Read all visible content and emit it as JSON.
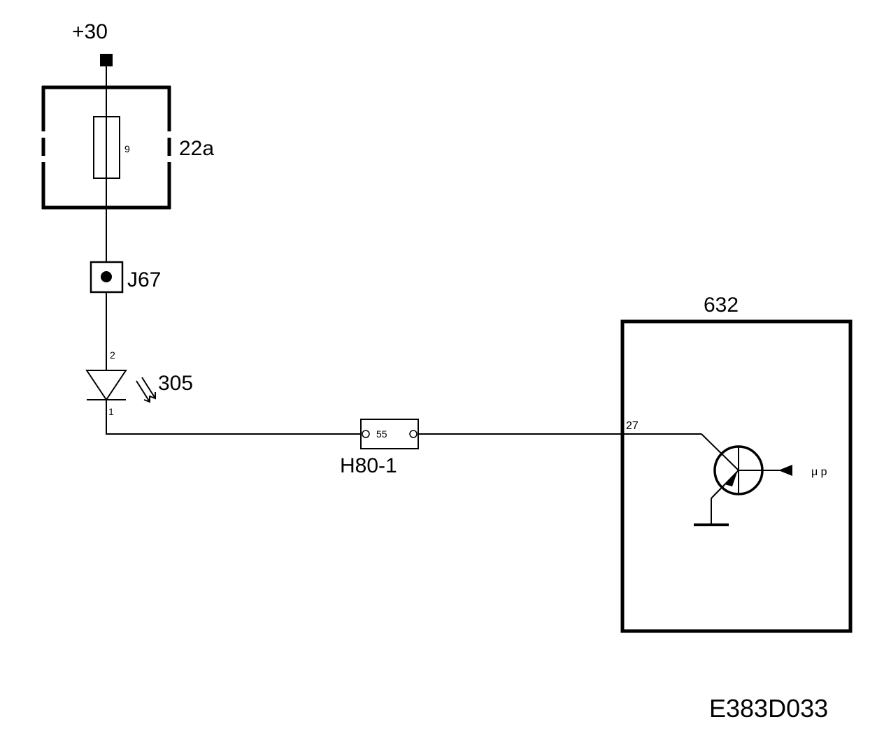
{
  "supply": {
    "label": "+30"
  },
  "fuse_box": {
    "label": "22a",
    "fuse_number": "9"
  },
  "connector_j": {
    "label": "J67"
  },
  "lamp": {
    "label": "305",
    "pin_top": "2",
    "pin_bottom": "1"
  },
  "connector_h": {
    "label": "H80-1",
    "pin": "55"
  },
  "control_unit": {
    "label": "632",
    "pin": "27",
    "input_label": "μ p"
  },
  "diagram_code": "E383D033"
}
